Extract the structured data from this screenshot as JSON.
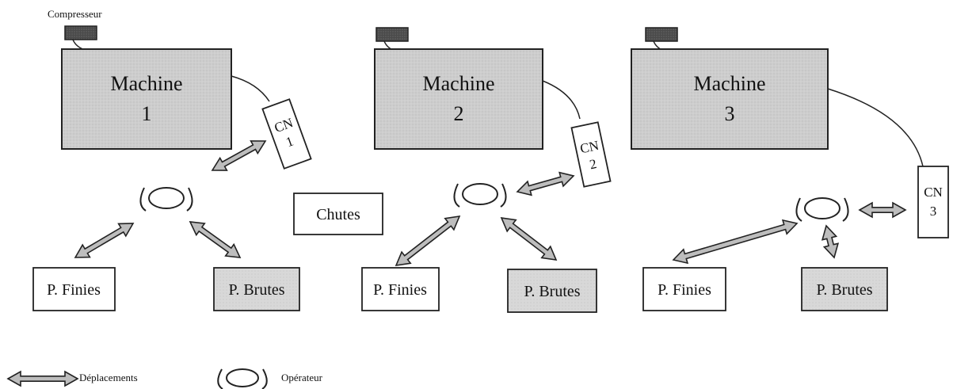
{
  "compressor_label": "Compresseur",
  "machines": [
    {
      "name": "Machine",
      "number": "1"
    },
    {
      "name": "Machine",
      "number": "2"
    },
    {
      "name": "Machine",
      "number": "3"
    }
  ],
  "cn": [
    {
      "label": "CN",
      "number": "1"
    },
    {
      "label": "CN",
      "number": "2"
    },
    {
      "label": "CN",
      "number": "3"
    }
  ],
  "stations": [
    {
      "finished": "P. Finies",
      "raw": "P. Brutes"
    },
    {
      "finished": "P. Finies",
      "raw": "P. Brutes"
    },
    {
      "finished": "P. Finies",
      "raw": "P. Brutes"
    }
  ],
  "chutes_label": "Chutes",
  "legend": {
    "moves": "Déplacements",
    "operator": "Opérateur"
  },
  "colors": {
    "machine_fill": "#cfcfcf",
    "raw_fill": "#d6d6d6",
    "compressor_fill": "#444444",
    "stroke": "#222222"
  }
}
